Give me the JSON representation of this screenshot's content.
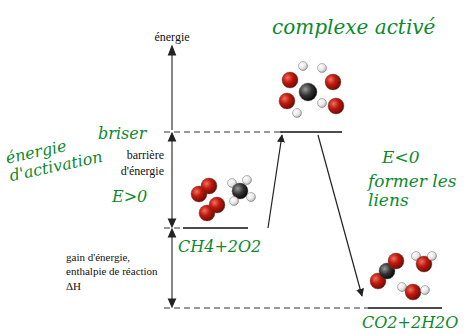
{
  "diagram": {
    "nodes": [
      {
        "text": [
          "CH4+2O2"
        ]
      },
      {
        "text": [
          "complexe activé"
        ]
      },
      {
        "text": [
          "CO2+2H2O"
        ]
      }
    ],
    "edges": [
      {
        "from": 0,
        "to": 1,
        "arrow": "to"
      },
      {
        "from": 1,
        "to": 2,
        "arrow": "to"
      }
    ],
    "labels": [
      "énergie",
      "barrière d'énergie",
      "gain d'énergie, enthalpie de réaction ΔH",
      "énergie d'activation",
      "briser",
      "E>0",
      "E<0",
      "former les liens"
    ]
  }
}
